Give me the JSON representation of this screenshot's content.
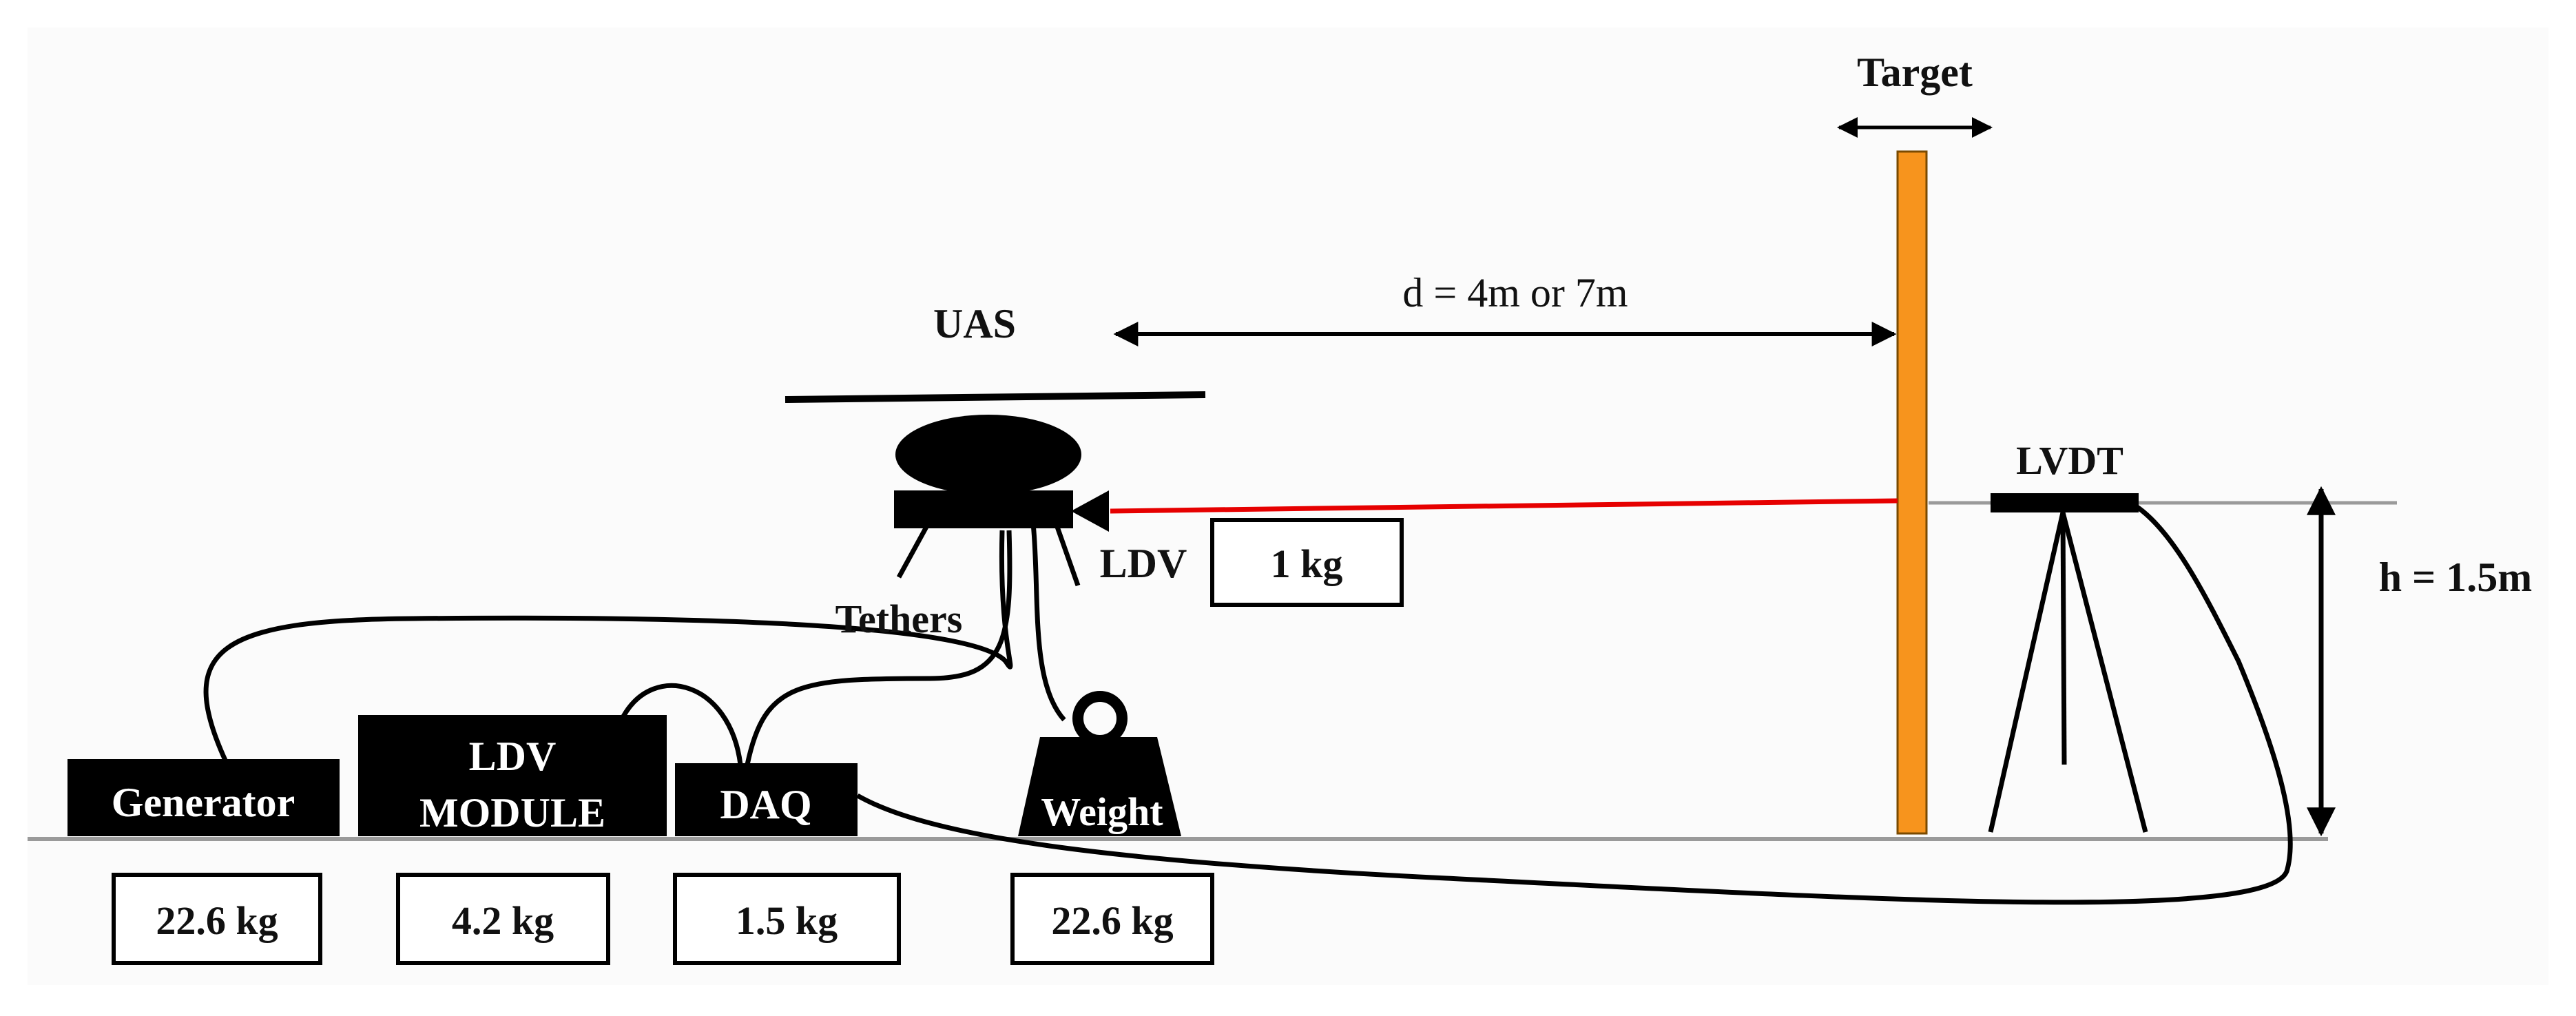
{
  "labels": {
    "target": "Target",
    "distance": "d = 4m or 7m",
    "uas": "UAS",
    "lvdt": "LVDT",
    "height": "h = 1.5m",
    "ldv": "LDV",
    "tethers": "Tethers"
  },
  "equipment": {
    "generator": "Generator",
    "ldv_module_line1": "LDV",
    "ldv_module_line2": "MODULE",
    "daq": "DAQ",
    "weight": "Weight"
  },
  "masses": {
    "ldv": "1 kg",
    "generator": "22.6 kg",
    "ldv_module": "4.2 kg",
    "daq": "1.5 kg",
    "weight": "22.6 kg"
  },
  "colors": {
    "target": "#f7941d",
    "laser": "#e60000",
    "equipment": "#000000",
    "ground": "#9a9a9a"
  }
}
